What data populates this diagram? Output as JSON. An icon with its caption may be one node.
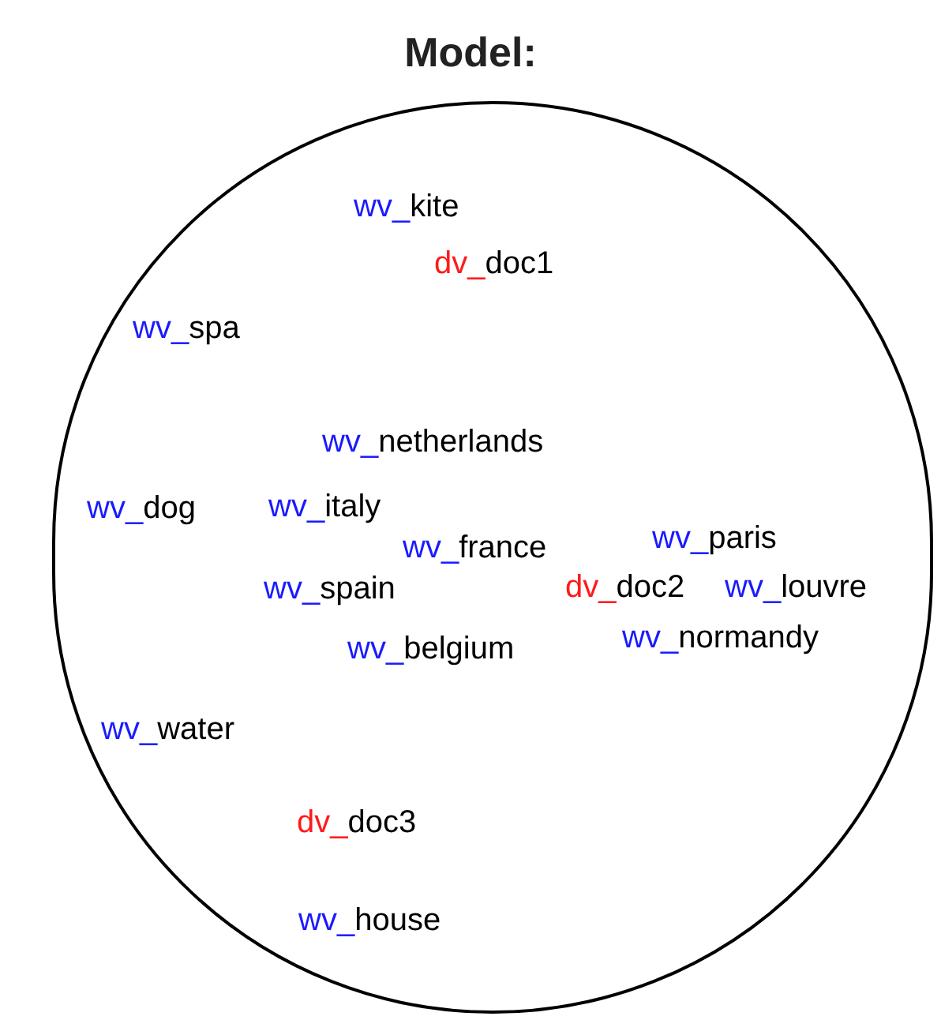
{
  "diagram": {
    "title": "Model:",
    "nodes": [
      {
        "text": [],
        "shape": "circle"
      },
      {
        "text": [
          "wv_",
          "kite"
        ],
        "in": 0
      },
      {
        "text": [
          "dv_",
          "doc1"
        ],
        "in": 0
      },
      {
        "text": [
          "wv_",
          "spa"
        ],
        "in": 0
      },
      {
        "text": [
          "wv_",
          "netherlands"
        ],
        "in": 0
      },
      {
        "text": [
          "wv_",
          "dog"
        ],
        "in": 0
      },
      {
        "text": [
          "wv_",
          "italy"
        ],
        "in": 0
      },
      {
        "text": [
          "wv_",
          "paris"
        ],
        "in": 0
      },
      {
        "text": [
          "wv_",
          "france"
        ],
        "in": 0
      },
      {
        "text": [
          "wv_",
          "spain"
        ],
        "in": 0
      },
      {
        "text": [
          "dv_",
          "doc2"
        ],
        "in": 0
      },
      {
        "text": [
          "wv_",
          "louvre"
        ],
        "in": 0
      },
      {
        "text": [
          "wv_",
          "normandy"
        ],
        "in": 0
      },
      {
        "text": [
          "wv_",
          "belgium"
        ],
        "in": 0
      },
      {
        "text": [
          "wv_",
          "water"
        ],
        "in": 0
      },
      {
        "text": [
          "dv_",
          "doc3"
        ],
        "in": 0
      },
      {
        "text": [
          "wv_",
          "house"
        ],
        "in": 0
      }
    ]
  }
}
